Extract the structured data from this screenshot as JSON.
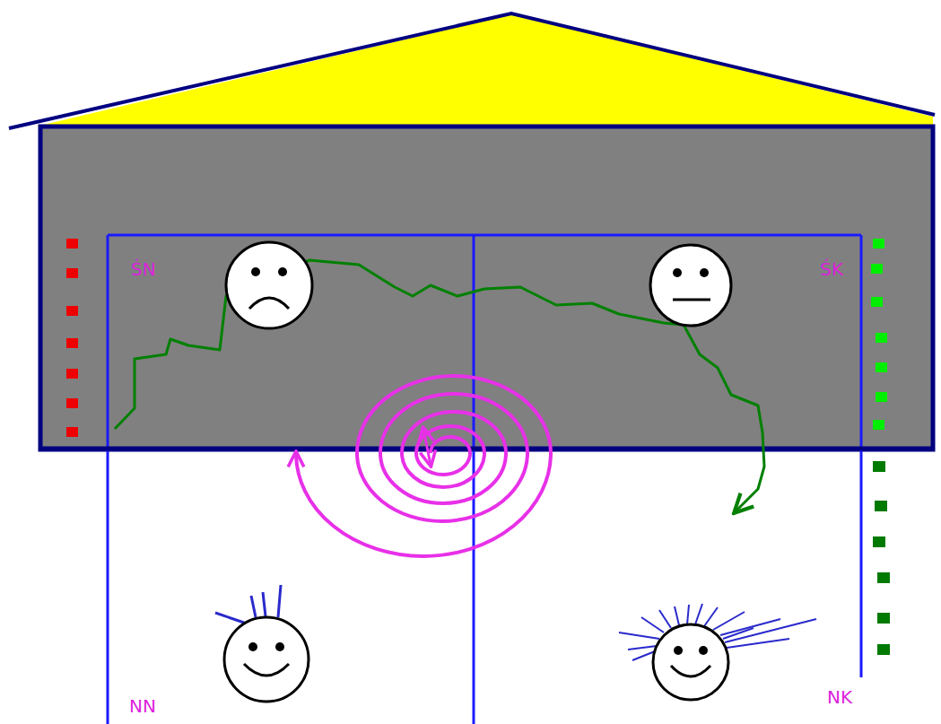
{
  "diagram": {
    "nodes": [
      {
        "text": [
          "ŚN"
        ]
      },
      {
        "text": [
          "ŚK"
        ]
      },
      {
        "text": [
          "NN"
        ]
      },
      {
        "text": [
          "NK"
        ]
      }
    ],
    "edges": [
      {
        "from": 0,
        "to": 3,
        "arrow": "to"
      }
    ]
  }
}
